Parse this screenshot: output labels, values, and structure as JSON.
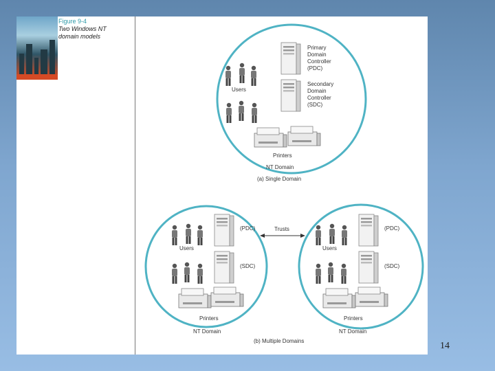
{
  "figure": {
    "number": "Figure 9-4",
    "title_line1": "Two Windows NT",
    "title_line2": "domain models"
  },
  "single": {
    "pdc_line1": "Primary",
    "pdc_line2": "Domain",
    "pdc_line3": "Controller",
    "pdc_line4": "(PDC)",
    "sdc_line1": "Secondary",
    "sdc_line2": "Domain",
    "sdc_line3": "Controller",
    "sdc_line4": "(SDC)",
    "users": "Users",
    "printers": "Printers",
    "domain": "NT Domain",
    "caption": "(a) Single Domain"
  },
  "multiple": {
    "trusts": "Trusts",
    "left": {
      "pdc": "(PDC)",
      "sdc": "(SDC)",
      "users": "Users",
      "printers": "Printers",
      "domain": "NT Domain"
    },
    "right": {
      "pdc": "(PDC)",
      "sdc": "(SDC)",
      "users": "Users",
      "printers": "Printers",
      "domain": "NT Domain"
    },
    "caption": "(b) Multiple Domains"
  },
  "colors": {
    "domain_circle": "#4fb3c4",
    "background_top": "#5f86ad",
    "background_bottom": "#98bde4"
  },
  "page_number": "14"
}
